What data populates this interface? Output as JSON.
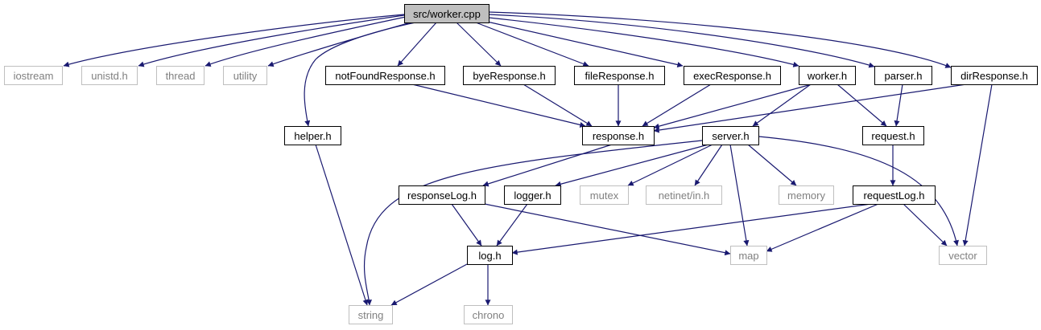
{
  "colors": {
    "edge": "#191970",
    "internal_border": "#000000",
    "internal_text": "#000000",
    "external_border": "#bfbfbf",
    "external_text": "#808080",
    "root_fill": "#bfbfbf",
    "background": "#ffffff"
  },
  "nodes": [
    {
      "id": "worker_cpp",
      "label": "src/worker.cpp",
      "kind": "root"
    },
    {
      "id": "iostream",
      "label": "iostream",
      "kind": "external"
    },
    {
      "id": "unistd_h",
      "label": "unistd.h",
      "kind": "external"
    },
    {
      "id": "thread",
      "label": "thread",
      "kind": "external"
    },
    {
      "id": "utility",
      "label": "utility",
      "kind": "external"
    },
    {
      "id": "notFoundResponse_h",
      "label": "notFoundResponse.h",
      "kind": "internal"
    },
    {
      "id": "byeResponse_h",
      "label": "byeResponse.h",
      "kind": "internal"
    },
    {
      "id": "fileResponse_h",
      "label": "fileResponse.h",
      "kind": "internal"
    },
    {
      "id": "execResponse_h",
      "label": "execResponse.h",
      "kind": "internal"
    },
    {
      "id": "worker_h",
      "label": "worker.h",
      "kind": "internal"
    },
    {
      "id": "parser_h",
      "label": "parser.h",
      "kind": "internal"
    },
    {
      "id": "dirResponse_h",
      "label": "dirResponse.h",
      "kind": "internal"
    },
    {
      "id": "helper_h",
      "label": "helper.h",
      "kind": "internal"
    },
    {
      "id": "response_h",
      "label": "response.h",
      "kind": "internal"
    },
    {
      "id": "server_h",
      "label": "server.h",
      "kind": "internal"
    },
    {
      "id": "request_h",
      "label": "request.h",
      "kind": "internal"
    },
    {
      "id": "responseLog_h",
      "label": "responseLog.h",
      "kind": "internal"
    },
    {
      "id": "logger_h",
      "label": "logger.h",
      "kind": "internal"
    },
    {
      "id": "mutex",
      "label": "mutex",
      "kind": "external"
    },
    {
      "id": "netinet_in_h",
      "label": "netinet/in.h",
      "kind": "external"
    },
    {
      "id": "memory",
      "label": "memory",
      "kind": "external"
    },
    {
      "id": "requestLog_h",
      "label": "requestLog.h",
      "kind": "internal"
    },
    {
      "id": "log_h",
      "label": "log.h",
      "kind": "internal"
    },
    {
      "id": "map",
      "label": "map",
      "kind": "external"
    },
    {
      "id": "vector",
      "label": "vector",
      "kind": "external"
    },
    {
      "id": "string",
      "label": "string",
      "kind": "external"
    },
    {
      "id": "chrono",
      "label": "chrono",
      "kind": "external"
    }
  ],
  "edges": [
    {
      "from": "worker_cpp",
      "to": "iostream"
    },
    {
      "from": "worker_cpp",
      "to": "unistd_h"
    },
    {
      "from": "worker_cpp",
      "to": "thread"
    },
    {
      "from": "worker_cpp",
      "to": "utility"
    },
    {
      "from": "worker_cpp",
      "to": "helper_h"
    },
    {
      "from": "worker_cpp",
      "to": "notFoundResponse_h"
    },
    {
      "from": "worker_cpp",
      "to": "byeResponse_h"
    },
    {
      "from": "worker_cpp",
      "to": "fileResponse_h"
    },
    {
      "from": "worker_cpp",
      "to": "execResponse_h"
    },
    {
      "from": "worker_cpp",
      "to": "worker_h"
    },
    {
      "from": "worker_cpp",
      "to": "parser_h"
    },
    {
      "from": "worker_cpp",
      "to": "dirResponse_h"
    },
    {
      "from": "notFoundResponse_h",
      "to": "response_h"
    },
    {
      "from": "byeResponse_h",
      "to": "response_h"
    },
    {
      "from": "fileResponse_h",
      "to": "response_h"
    },
    {
      "from": "execResponse_h",
      "to": "response_h"
    },
    {
      "from": "worker_h",
      "to": "response_h"
    },
    {
      "from": "worker_h",
      "to": "server_h"
    },
    {
      "from": "worker_h",
      "to": "request_h"
    },
    {
      "from": "parser_h",
      "to": "request_h"
    },
    {
      "from": "dirResponse_h",
      "to": "response_h"
    },
    {
      "from": "dirResponse_h",
      "to": "vector"
    },
    {
      "from": "helper_h",
      "to": "string"
    },
    {
      "from": "response_h",
      "to": "responseLog_h"
    },
    {
      "from": "server_h",
      "to": "string"
    },
    {
      "from": "server_h",
      "to": "logger_h"
    },
    {
      "from": "server_h",
      "to": "mutex"
    },
    {
      "from": "server_h",
      "to": "netinet_in_h"
    },
    {
      "from": "server_h",
      "to": "memory"
    },
    {
      "from": "server_h",
      "to": "map"
    },
    {
      "from": "server_h",
      "to": "vector"
    },
    {
      "from": "request_h",
      "to": "requestLog_h"
    },
    {
      "from": "responseLog_h",
      "to": "log_h"
    },
    {
      "from": "responseLog_h",
      "to": "map"
    },
    {
      "from": "logger_h",
      "to": "log_h"
    },
    {
      "from": "requestLog_h",
      "to": "log_h"
    },
    {
      "from": "requestLog_h",
      "to": "map"
    },
    {
      "from": "requestLog_h",
      "to": "vector"
    },
    {
      "from": "log_h",
      "to": "string"
    },
    {
      "from": "log_h",
      "to": "chrono"
    }
  ]
}
